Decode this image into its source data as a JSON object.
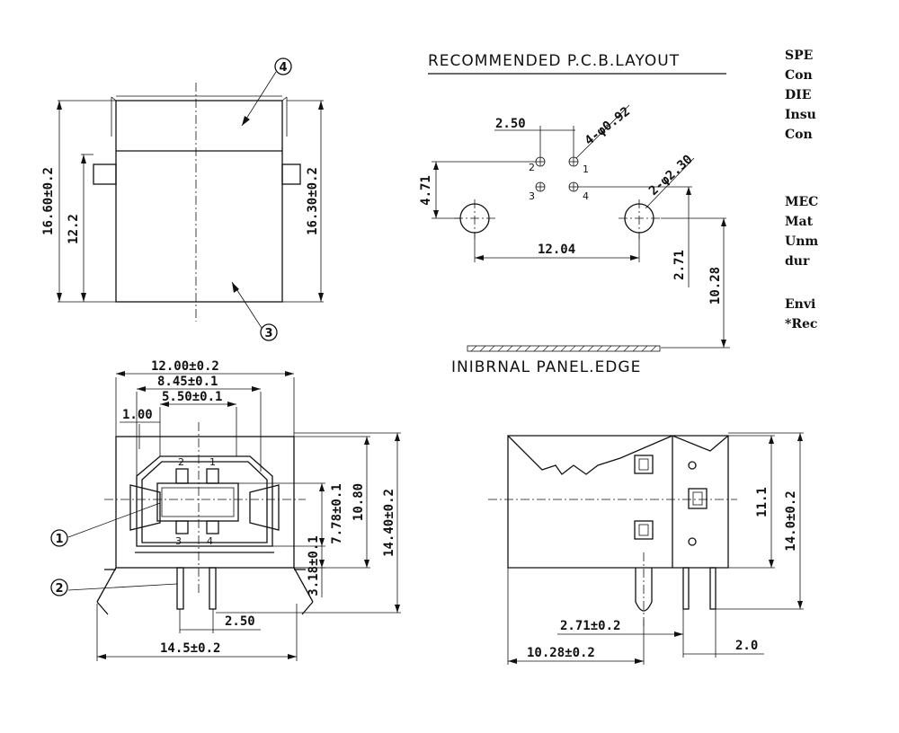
{
  "pcb_layout": {
    "title": "RECOMMENDED P.C.B.LAYOUT",
    "pitch_label": "2.50",
    "hole_label": "4-φ0.92",
    "mount_hole_label": "2-φ2.30",
    "height_label": "4.71",
    "spacing_label": "12.04",
    "offset_label": "2.71",
    "panel_dist_label": "10.28",
    "panel_edge_label": "INIBRNAL PANEL.EDGE",
    "pins": [
      "1",
      "2",
      "3",
      "4"
    ]
  },
  "spec_lines": [
    "SPE",
    "Con",
    "DIE",
    "Insu",
    "Con",
    "MEC",
    "Mat",
    "Unm",
    "dur",
    "Envi",
    "*Rec"
  ],
  "top_view": {
    "height_outer": "16.60±0.2",
    "height_inner": "12.2",
    "height_right": "16.30±0.2",
    "callouts": [
      "4",
      "3"
    ]
  },
  "front_view": {
    "width_total": "12.00±0.2",
    "width_845": "8.45±0.1",
    "width_550": "5.50±0.1",
    "width_100": "1.00",
    "height_778": "7.78±0.1",
    "height_1080": "10.80",
    "height_1440": "14.40±0.2",
    "height_318": "3.18±0.1",
    "pin_pitch": "2.50",
    "foot_width": "14.5±0.2",
    "pins": [
      "2",
      "1",
      "3",
      "4"
    ],
    "callouts": [
      "1",
      "2"
    ]
  },
  "side_view": {
    "height_111": "11.1",
    "height_140": "14.0±0.2",
    "dim_271": "2.71±0.2",
    "dim_1028": "10.28±0.2",
    "dim_20": "2.0"
  }
}
